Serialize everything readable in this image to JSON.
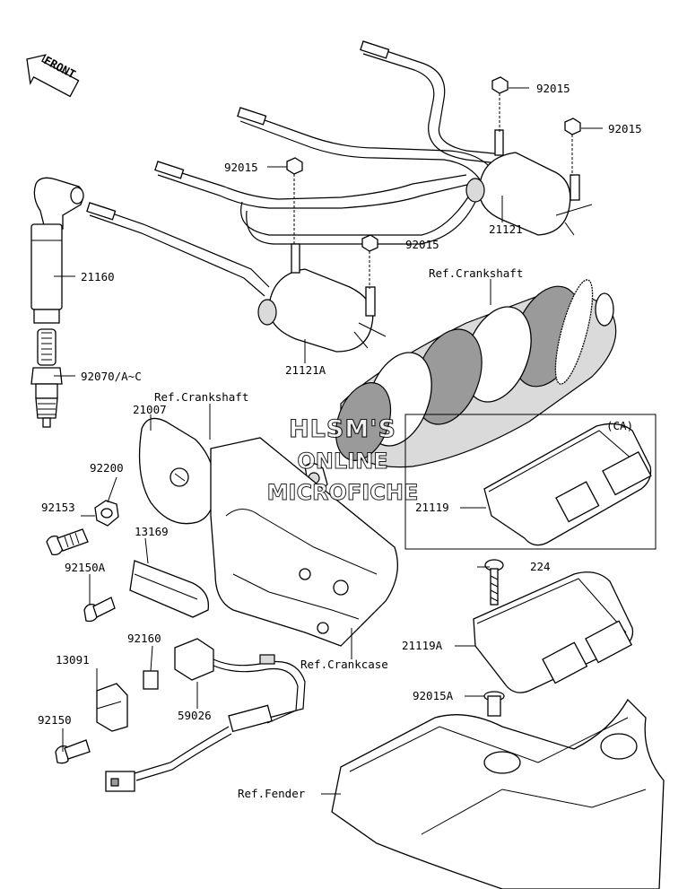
{
  "labels": {
    "front": "FRONT",
    "p92015_a": "92015",
    "p92015_b": "92015",
    "p92015_c": "92015",
    "p92015_d": "92015",
    "p21121": "21121",
    "p21121A": "21121A",
    "p21160": "21160",
    "p92070": "92070/A~C",
    "ref_crankshaft_1": "Ref.Crankshaft",
    "ref_crankshaft_2": "Ref.Crankshaft",
    "p21007": "21007",
    "p92200": "92200",
    "p92153": "92153",
    "p13169": "13169",
    "p92150A": "92150A",
    "ca": "(CA)",
    "p21119": "21119",
    "p224": "224",
    "p21119A": "21119A",
    "p92160": "92160",
    "p13091": "13091",
    "ref_crankcase": "Ref.Crankcase",
    "p59026": "59026",
    "p92150": "92150",
    "p92015A": "92015A",
    "ref_fender": "Ref.Fender"
  },
  "watermark": {
    "line1": "HLSM'S",
    "line2": "ONLINE",
    "line3": "MICROFICHE"
  }
}
